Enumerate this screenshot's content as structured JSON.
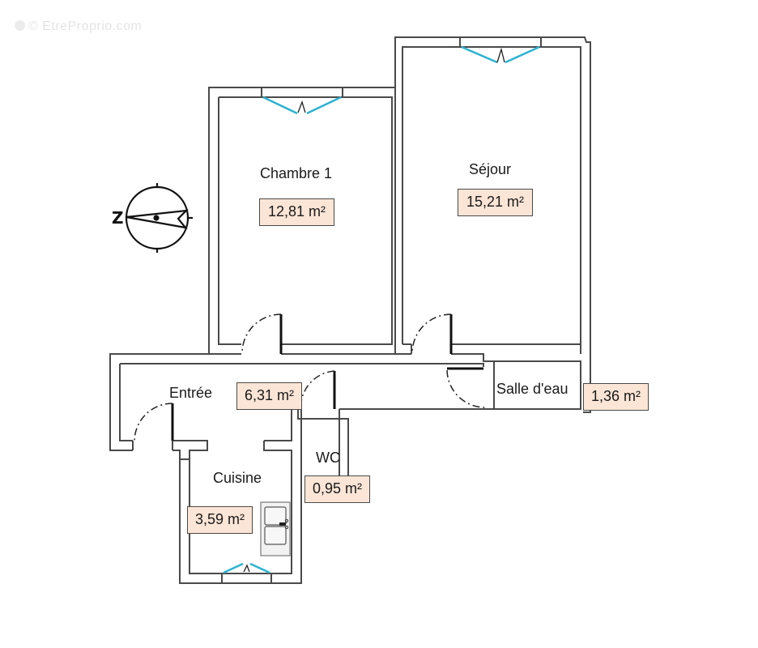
{
  "watermark": "© EtreProprio.com",
  "compass": {
    "north_letter": "Z"
  },
  "rooms": [
    {
      "id": "chambre1",
      "name": "Chambre 1",
      "area": "12,81 m²"
    },
    {
      "id": "sejour",
      "name": "Séjour",
      "area": "15,21 m²"
    },
    {
      "id": "entree",
      "name": "Entrée",
      "area": "6,31 m²"
    },
    {
      "id": "salle_deau",
      "name": "Salle d'eau",
      "area": "1,36 m²"
    },
    {
      "id": "wc",
      "name": "WC",
      "area": "0,95 m²"
    },
    {
      "id": "cuisine",
      "name": "Cuisine",
      "area": "3,59 m²"
    }
  ],
  "colors": {
    "wall": "#4a4a4a",
    "window": "#2bb3d1",
    "area_fill": "#fbe5d6",
    "door_leaf": "#111111"
  }
}
